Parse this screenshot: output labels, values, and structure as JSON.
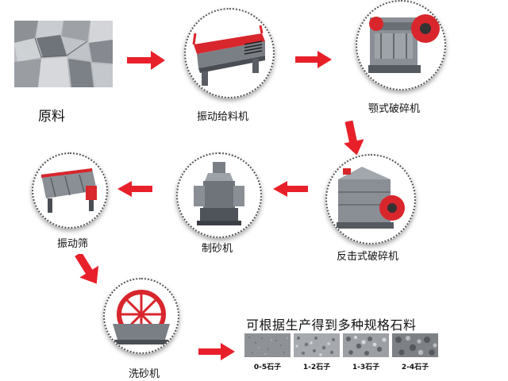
{
  "stages": {
    "raw_material": "原料",
    "vibrating_feeder": "振动给料机",
    "jaw_crusher": "颚式破碎机",
    "impact_crusher": "反击式破碎机",
    "sand_making_machine": "制砂机",
    "vibrating_screen": "振动筛",
    "sand_washer": "洗砂机"
  },
  "products": {
    "title": "可根据生产得到多种规格石料",
    "sizes": [
      "0-5石子",
      "1-2石子",
      "1-3石子",
      "2-4石子"
    ]
  },
  "colors": {
    "arrow": "#e8202a",
    "machine_gray": "#7a7f86",
    "machine_red": "#d8262c"
  }
}
